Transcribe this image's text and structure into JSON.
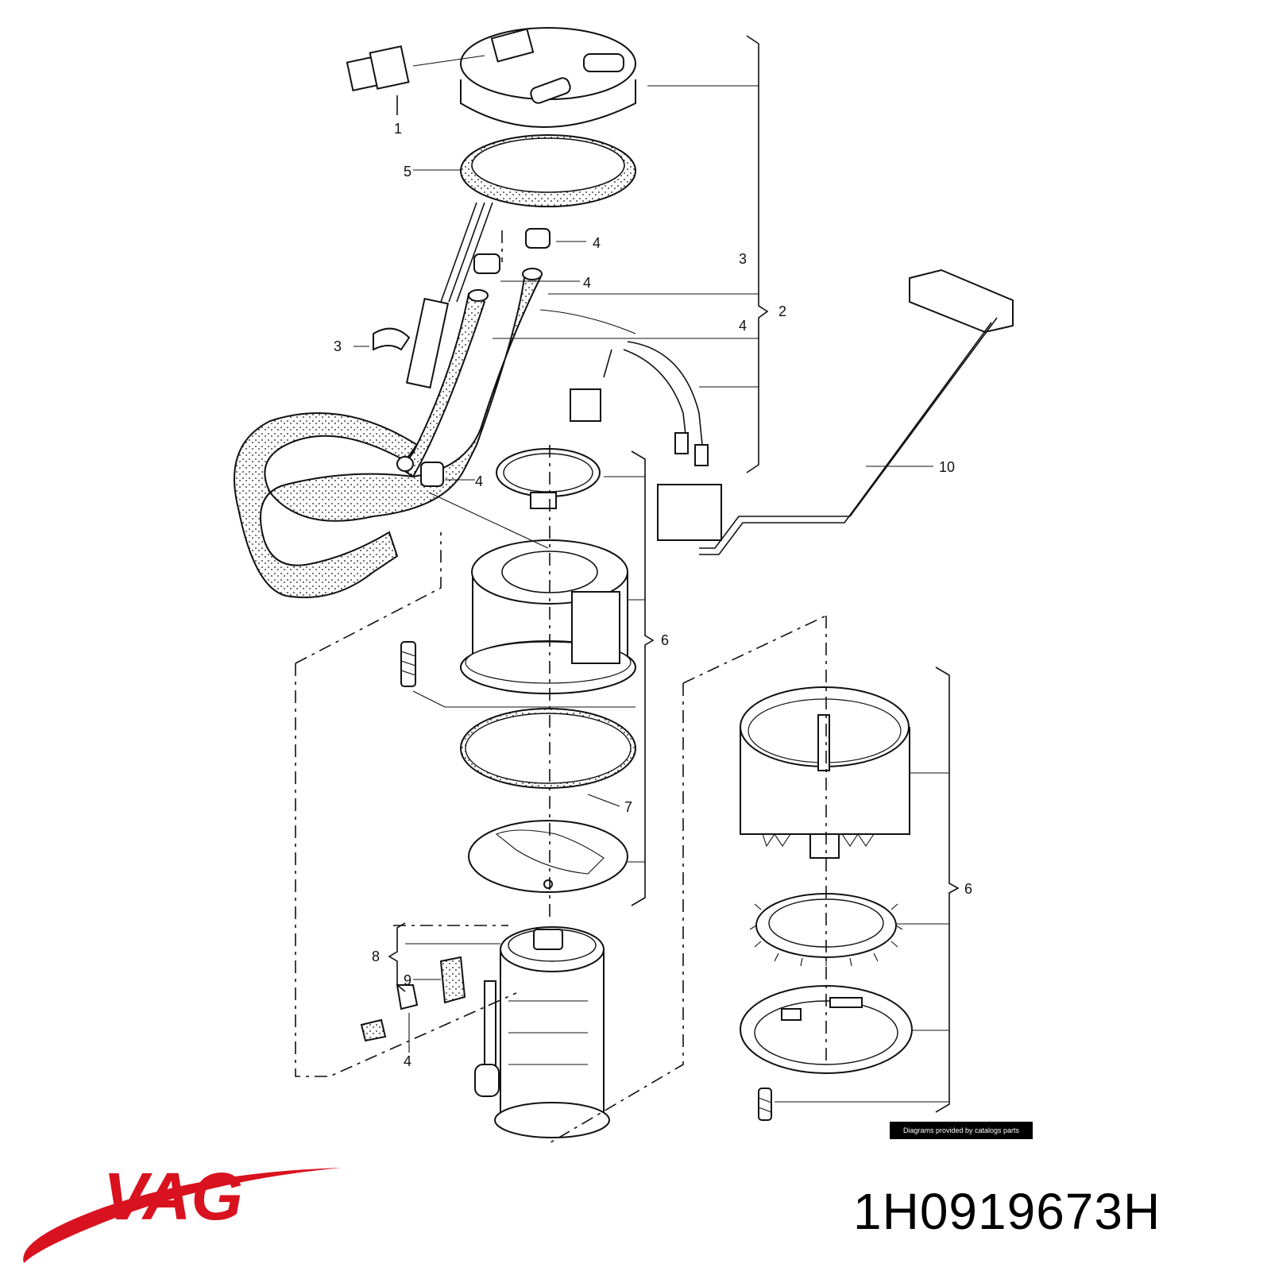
{
  "diagram": {
    "callouts": [
      {
        "id": "c1",
        "text": "1"
      },
      {
        "id": "c2",
        "text": "2"
      },
      {
        "id": "c3a",
        "text": "3"
      },
      {
        "id": "c3b",
        "text": "3"
      },
      {
        "id": "c4a",
        "text": "4"
      },
      {
        "id": "c4b",
        "text": "4"
      },
      {
        "id": "c4c",
        "text": "4"
      },
      {
        "id": "c4d",
        "text": "4"
      },
      {
        "id": "c4e",
        "text": "4"
      },
      {
        "id": "c5",
        "text": "5"
      },
      {
        "id": "c6a",
        "text": "6"
      },
      {
        "id": "c6b",
        "text": "6"
      },
      {
        "id": "c7",
        "text": "7"
      },
      {
        "id": "c8",
        "text": "8"
      },
      {
        "id": "c9",
        "text": "9"
      },
      {
        "id": "c10",
        "text": "10"
      }
    ],
    "credit": "Diagrams provided by catalogs parts"
  },
  "brand": {
    "logo_text": "VAG",
    "logo_color": "#d8121e"
  },
  "part_number": "1H0919673H"
}
